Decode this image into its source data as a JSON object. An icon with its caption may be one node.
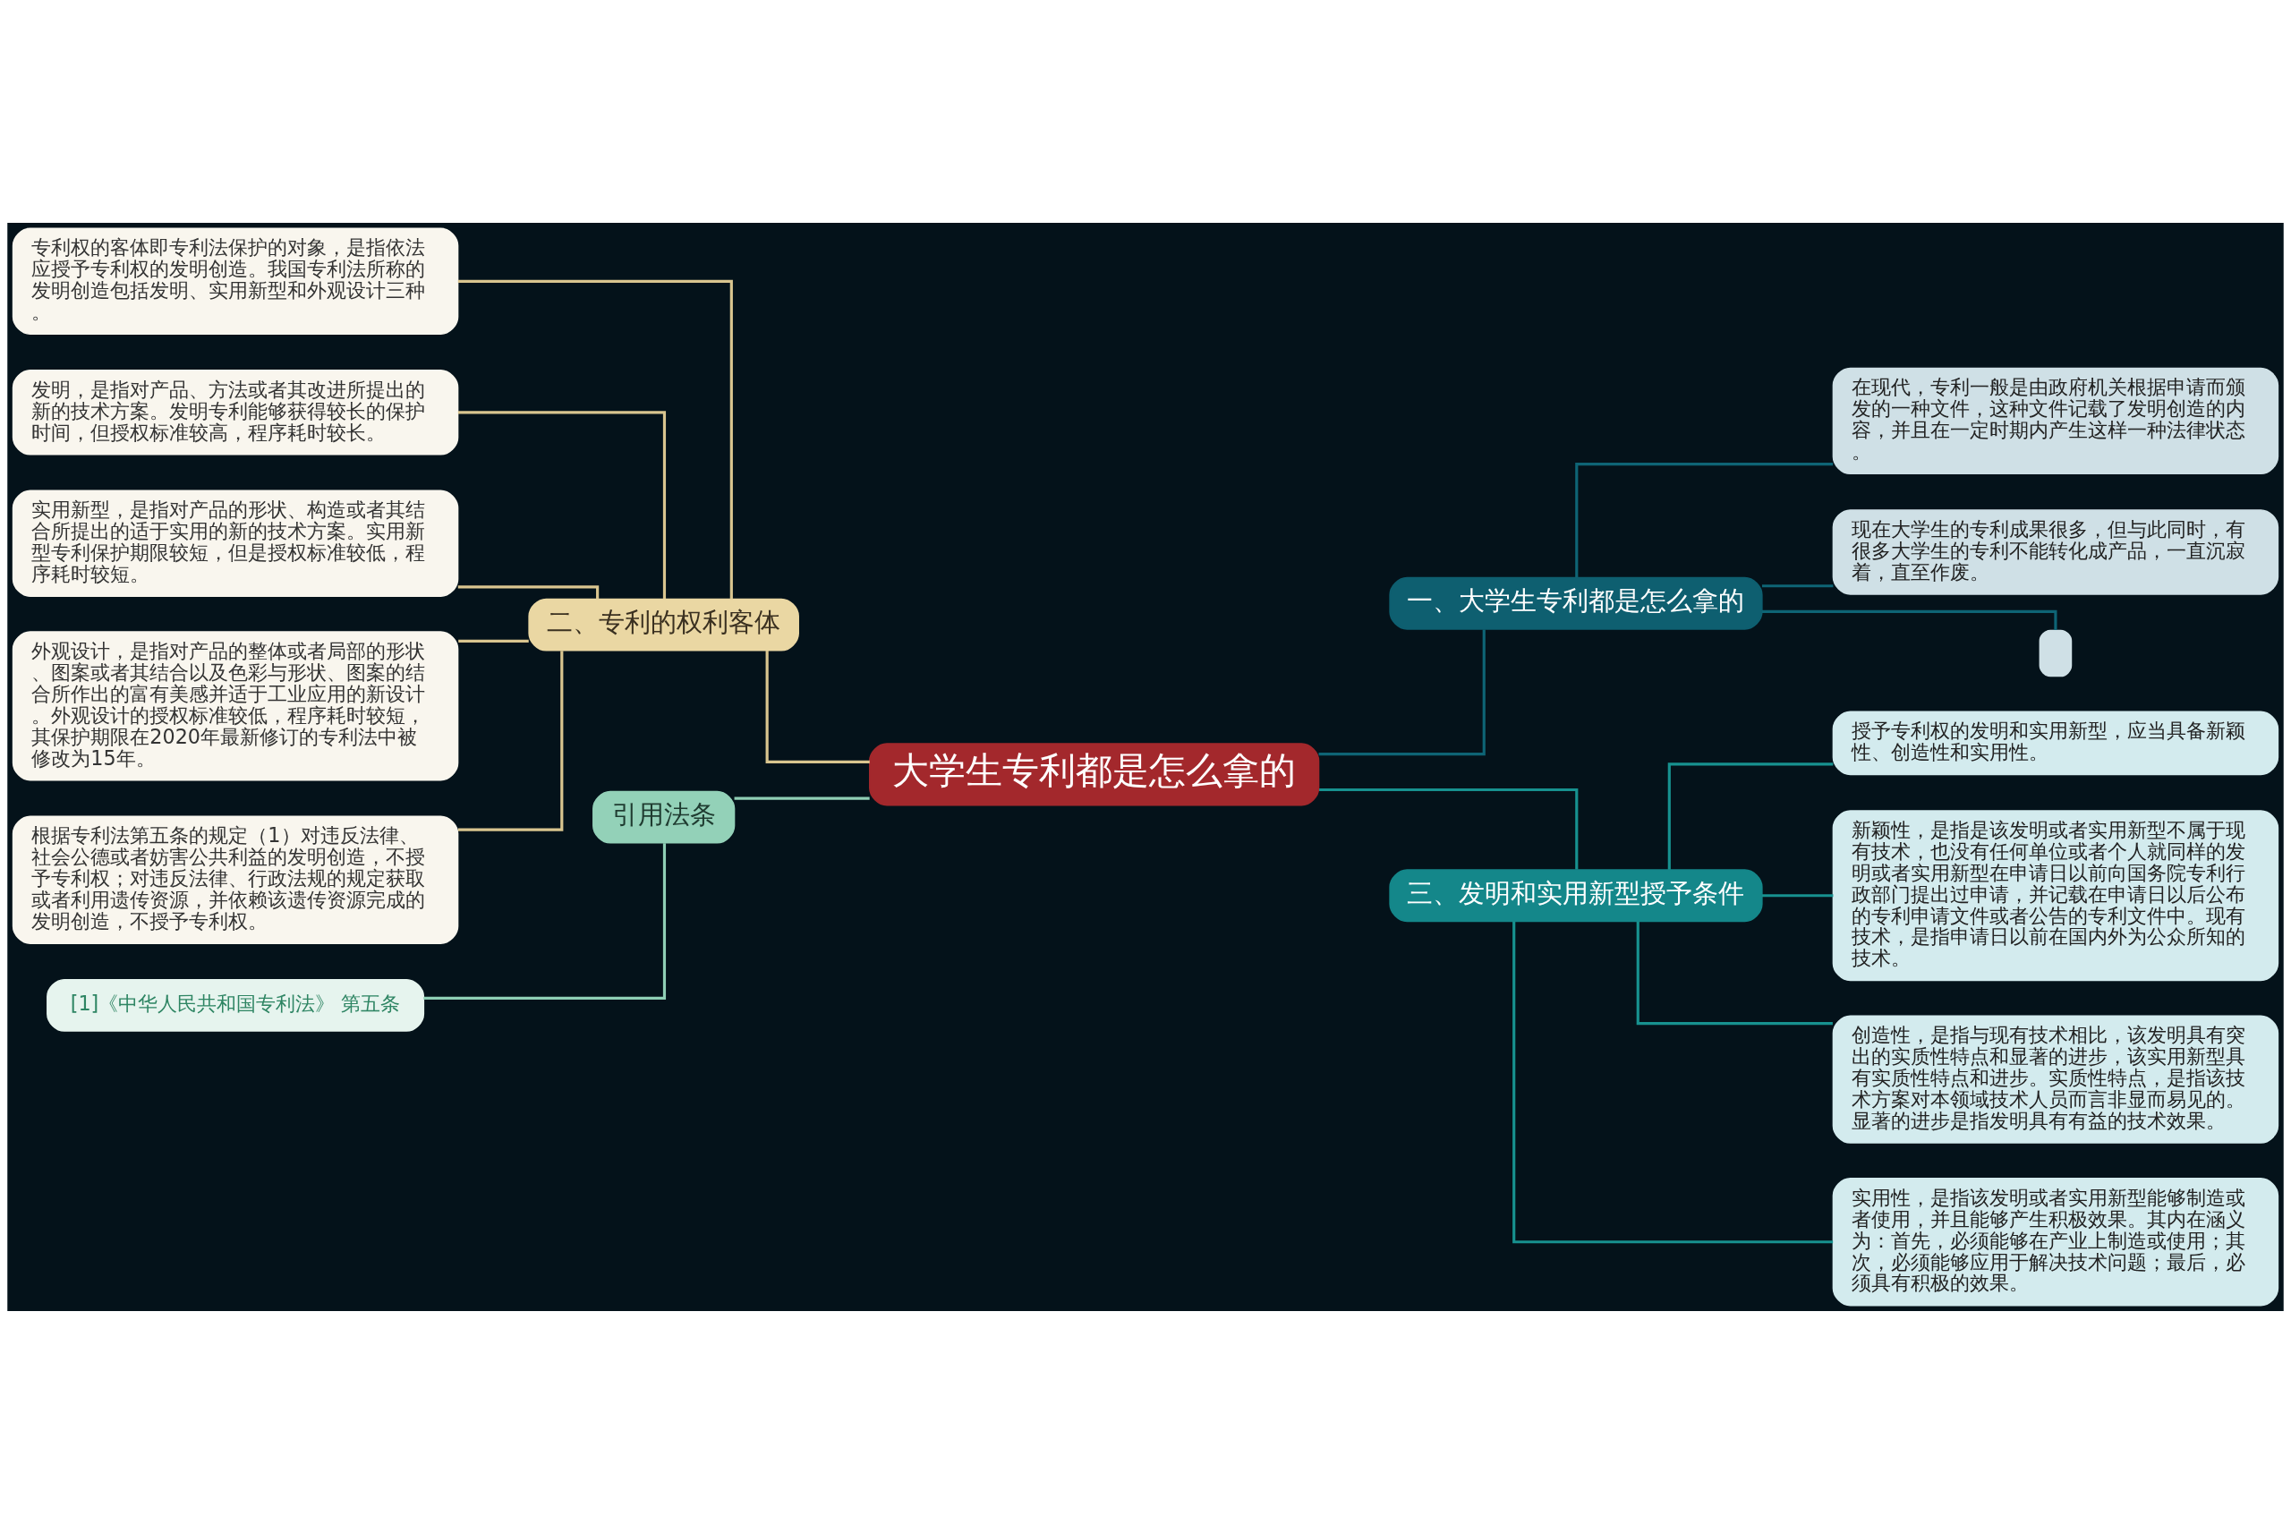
{
  "diagram": {
    "nodes": [
      {
        "text": [
          "大学生专利都是怎么拿的"
        ]
      },
      {
        "text": [
          "一、大学生专利都是怎么拿的"
        ]
      },
      {
        "text": [
          "在现代，专利一般是由政府机关根据申请而颁发的一种文件，这种文件记载了发明创造的内容，并且在一定时期内产生这样一种法律状态。"
        ]
      },
      {
        "text": [
          "现在大学生的专利成果很多，但与此同时，有很多大学生的专利不能转化成产品，一直沉寂着，直至作废。"
        ]
      },
      {
        "text": [],
        "shape": "box"
      },
      {
        "text": [
          "二、专利的权利客体"
        ]
      },
      {
        "text": [
          "专利权的客体即专利法保护的对象，是指依法应授予专利权的发明创造。我国专利法所称的发明创造包括发明、实用新型和外观设计三种。"
        ]
      },
      {
        "text": [
          "发明，是指对产品、方法或者其改进所提出的新的技术方案。发明专利能够获得较长的保护时间，但授权标准较高，程序耗时较长。"
        ]
      },
      {
        "text": [
          "实用新型，是指对产品的形状、构造或者其结合所提出的适于实用的新的技术方案。实用新型专利保护期限较短，但是授权标准较低，程序耗时较短。"
        ]
      },
      {
        "text": [
          "外观设计，是指对产品的整体或者局部的形状、图案或者其结合以及色彩与形状、图案的结合所作出的富有美感并适于工业应用的新设计。外观设计的授权标准较低，程序耗时较短，其保护期限在2020年最新修订的专利法中被修改为15年。"
        ]
      },
      {
        "text": [
          "根据专利法第五条的规定（1）对违反法律、社会公德或者妨害公共利益的发明创造，不授予专利权；对违反法律、行政法规的规定获取或者利用遗传资源，并依赖该遗传资源完成的发明创造，不授予专利权。"
        ]
      },
      {
        "text": [
          "三、发明和实用新型授予条件"
        ]
      },
      {
        "text": [
          "授予专利权的发明和实用新型，应当具备新颖性、创造性和实用性。"
        ]
      },
      {
        "text": [
          "新颖性，是指是该发明或者实用新型不属于现有技术，也没有任何单位或者个人就同样的发明或者实用新型在申请日以前向国务院专利行政部门提出过申请，并记载在申请日以后公布的专利申请文件或者公告的专利文件中。现有技术，是指申请日以前在国内外为公众所知的技术。"
        ]
      },
      {
        "text": [
          "创造性，是指与现有技术相比，该发明具有突出的实质性特点和显著的进步，该实用新型具有实质性特点和进步。实质性特点，是指该技术方案对本领域技术人员而言非显而易见的。显著的进步是指发明具有有益的技术效果。"
        ]
      },
      {
        "text": [
          "实用性，是指该发明或者实用新型能够制造或者使用，并且能够产生积极效果。其内在涵义为：首先，必须能够在产业上制造或使用；其次，必须能够应用于解决技术问题；最后，必须具有积极的效果。"
        ]
      },
      {
        "text": [
          "引用法条"
        ]
      },
      {
        "text": [
          "[1]《中华人民共和国专利法》 第五条"
        ]
      }
    ],
    "edges": [
      {
        "from": 0,
        "to": 1,
        "arrow": "none",
        "color": "#0e6475"
      },
      {
        "from": 1,
        "to": 2,
        "arrow": "none",
        "color": "#0e6475"
      },
      {
        "from": 1,
        "to": 3,
        "arrow": "none",
        "color": "#0e6475"
      },
      {
        "from": 1,
        "to": 4,
        "arrow": "none",
        "color": "#0e6475"
      },
      {
        "from": 5,
        "to": 0,
        "arrow": "none"
      },
      {
        "from": 6,
        "to": 5,
        "arrow": "none"
      },
      {
        "from": 7,
        "to": 5,
        "arrow": "none"
      },
      {
        "from": 8,
        "to": 5,
        "arrow": "none"
      },
      {
        "from": 9,
        "to": 5,
        "arrow": "none"
      },
      {
        "from": 10,
        "to": 5,
        "arrow": "none"
      },
      {
        "from": 0,
        "to": 11,
        "arrow": "none",
        "color": "#17918f"
      },
      {
        "from": 11,
        "to": 12,
        "arrow": "none",
        "color": "#17918f"
      },
      {
        "from": 11,
        "to": 13,
        "arrow": "none",
        "color": "#17918f"
      },
      {
        "from": 11,
        "to": 14,
        "arrow": "none",
        "color": "#17918f"
      },
      {
        "from": 11,
        "to": 15,
        "arrow": "none",
        "color": "#17918f"
      },
      {
        "from": 16,
        "to": 0,
        "arrow": "none",
        "color": "#8fcfb5"
      },
      {
        "from": 17,
        "to": 16,
        "arrow": "none",
        "color": "#8fcfb5"
      }
    ]
  }
}
